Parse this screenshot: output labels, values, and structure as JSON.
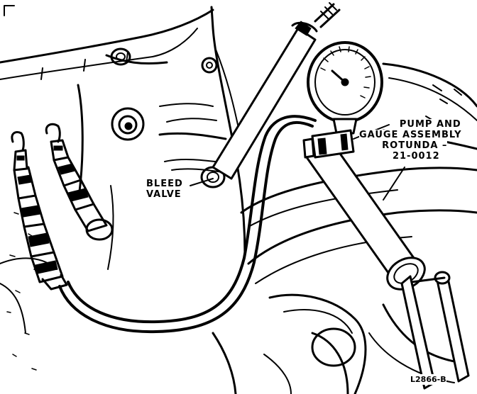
{
  "callouts": {
    "bleed_valve": [
      "BLEED",
      "VALVE"
    ],
    "pump_gauge": [
      "PUMP AND",
      "GAUGE ASSEMBLY",
      "ROTUNDA –",
      "21-0012"
    ]
  },
  "figure_id": "L2866-B",
  "colors": {
    "ink": "#000000",
    "paper": "#ffffff"
  }
}
